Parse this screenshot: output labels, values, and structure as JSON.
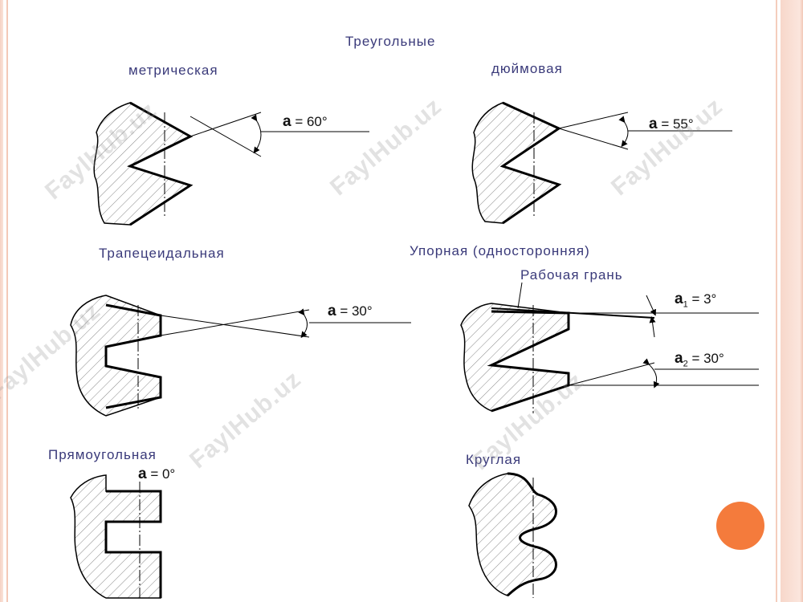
{
  "title": "Треугольные",
  "profiles": {
    "metric": {
      "name": "метрическая",
      "angle_symbol": "a",
      "angle_text": "= 60°"
    },
    "inch": {
      "name": "дюймовая",
      "angle_symbol": "a",
      "angle_text": "= 55°"
    },
    "trapezoidal": {
      "name": "Трапецеидальная",
      "angle_symbol": "a",
      "angle_text": "= 30°"
    },
    "buttress": {
      "name": "Упорная (односторонняя)",
      "working_face": "Рабочая грань",
      "angle1_symbol": "a",
      "angle1_sub": "1",
      "angle1_text": "= 3°",
      "angle2_symbol": "a",
      "angle2_sub": "2",
      "angle2_text": "= 30°"
    },
    "rectangular": {
      "name": "Прямоугольная",
      "angle_symbol": "a",
      "angle_text": "= 0°"
    },
    "round": {
      "name": "Круглая"
    }
  },
  "watermark": "FaylHub.uz",
  "colors": {
    "label": "#3a3a7a",
    "accent_dot": "#f47b3c",
    "frame": "#f4cdbd"
  }
}
